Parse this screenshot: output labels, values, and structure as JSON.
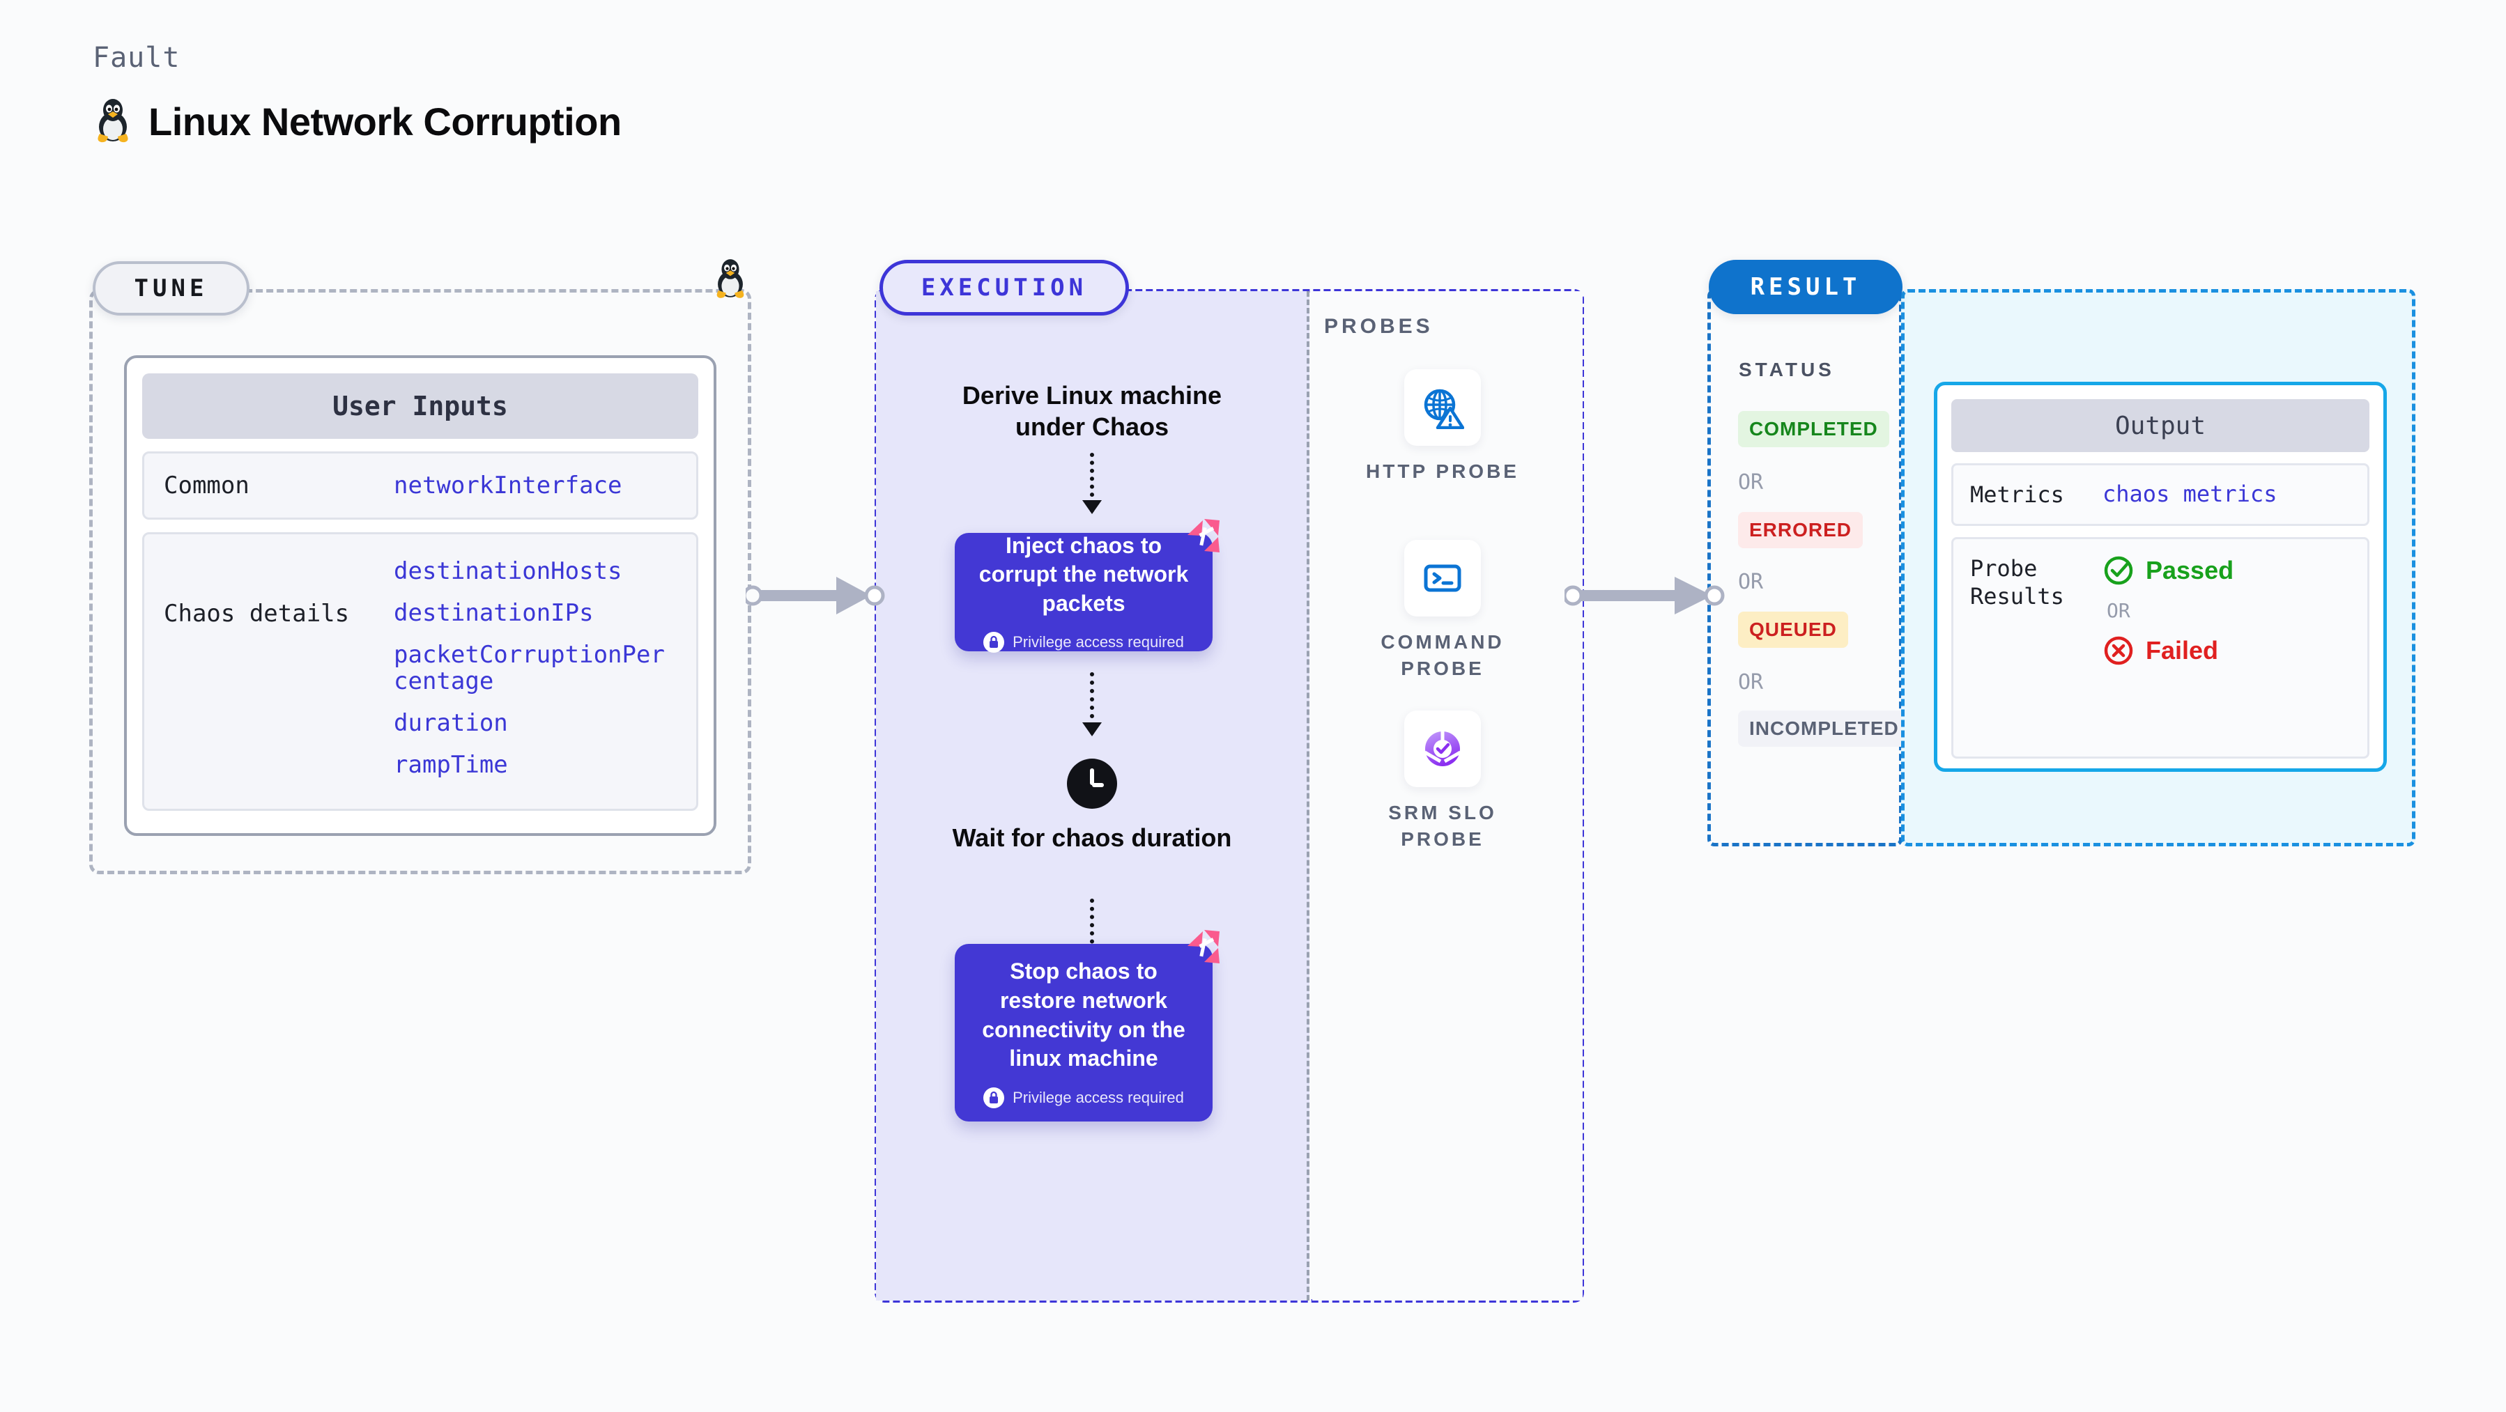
{
  "header": {
    "kicker": "Fault",
    "title": "Linux Network Corruption",
    "icon": "tux-penguin-icon"
  },
  "tune": {
    "stage_label": "TUNE",
    "corner_icon": "tux-penguin-icon",
    "card_title": "User Inputs",
    "groups": [
      {
        "label": "Common",
        "values": [
          "networkInterface"
        ]
      },
      {
        "label": "Chaos details",
        "values": [
          "destinationHosts",
          "destinationIPs",
          "packetCorruptionPercentage",
          "duration",
          "rampTime"
        ]
      }
    ]
  },
  "execution": {
    "stage_label": "EXECUTION",
    "steps": [
      {
        "type": "text",
        "label": "Derive Linux machine under Chaos"
      },
      {
        "type": "card",
        "label": "Inject chaos to corrupt the network packets",
        "badge": "Privilege access required",
        "badge_icon": "lock-icon",
        "corner_icon": "harness-logo-icon"
      },
      {
        "type": "text",
        "label": "Wait for chaos duration",
        "icon": "clock-icon"
      },
      {
        "type": "card",
        "label": "Stop chaos to restore network connectivity on the linux machine",
        "badge": "Privilege access required",
        "badge_icon": "lock-icon",
        "corner_icon": "harness-logo-icon"
      }
    ]
  },
  "probes": {
    "section_label": "PROBES",
    "items": [
      {
        "name": "HTTP PROBE",
        "icon": "globe-warning-icon"
      },
      {
        "name": "COMMAND PROBE",
        "icon": "terminal-prompt-icon"
      },
      {
        "name": "SRM SLO PROBE",
        "icon": "slo-donut-check-icon"
      }
    ]
  },
  "result": {
    "stage_label": "RESULT",
    "status_label": "STATUS",
    "or_label": "OR",
    "statuses": [
      {
        "text": "COMPLETED",
        "bg": "#e3f5e1",
        "fg": "#16861c"
      },
      {
        "text": "ERRORED",
        "bg": "#fdeaea",
        "fg": "#cc2020"
      },
      {
        "text": "QUEUED",
        "bg": "#fdeec4",
        "fg": "#cc2020"
      },
      {
        "text": "INCOMPLETED",
        "bg": "#f1f2f7",
        "fg": "#5a6275"
      }
    ]
  },
  "output": {
    "card_title": "Output",
    "or_label": "OR",
    "metrics_label": "Metrics",
    "metrics_value": "chaos metrics",
    "probe_results_label": "Probe Results",
    "verdicts": [
      {
        "text": "Passed",
        "color": "#18a11c",
        "icon": "check-circle-icon"
      },
      {
        "text": "Failed",
        "color": "#e02020",
        "icon": "x-circle-icon"
      }
    ]
  },
  "colors": {
    "page_bg": "#fafbfc",
    "tune_border": "#aeb4c2",
    "execution_accent": "#3d35d8",
    "execution_fill": "#e6e6fa",
    "card_purple": "#4338d4",
    "result_accent": "#0f73cc",
    "output_accent": "#16a7e8",
    "mono_blue": "#3b37d6",
    "harness_pink": "#fa5b8e",
    "connector_gray": "#adb2c4"
  }
}
